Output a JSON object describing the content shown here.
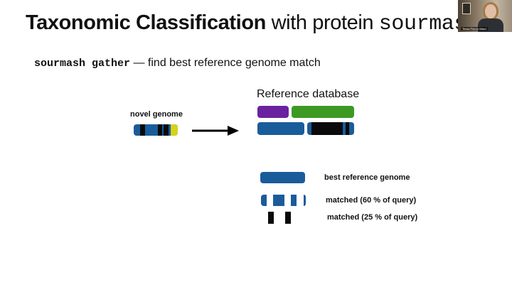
{
  "slide": {
    "title_bold": "Taxonomic Classification",
    "title_rest": " with protein ",
    "title_mono": "sourmash",
    "subtitle_cmd": "sourmash gather",
    "subtitle_dash": " — ",
    "subtitle_text": "find best reference genome match"
  },
  "novel": {
    "label": "novel genome"
  },
  "reference": {
    "title": "Reference database"
  },
  "results": {
    "best": "best reference genome",
    "matched1": "matched (60 % of query)",
    "matched2": "matched (25 % of query)"
  },
  "webcam": {
    "name": "Tessa Pierce-Ward"
  },
  "colors": {
    "blue": "#1a5c9a",
    "black": "#0a0a0a",
    "yellow": "#d6d21e",
    "purple": "#6a22a0",
    "green": "#3c9a22"
  }
}
